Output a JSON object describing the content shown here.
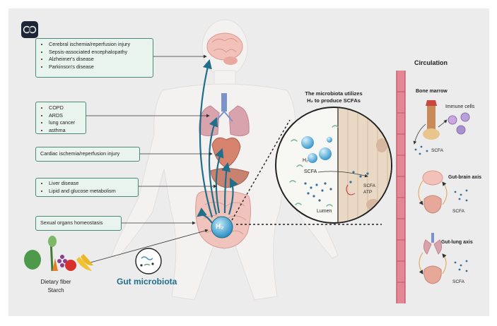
{
  "disease_boxes": {
    "brain": [
      "Cerebral ischemia/reperfusion injury",
      "Sepsis-associated encephalopathy",
      "Alzheimer's disease",
      "Parkinson's disease"
    ],
    "lung": [
      "COPD",
      "ARDS",
      "lung cancer",
      "asthma"
    ],
    "heart": "Cardiac ischemia/reperfusion injury",
    "liver": [
      "Liver disease",
      "Lipid and glucose metabolism"
    ],
    "sexual": "Sexual organs homeostasis"
  },
  "diet": {
    "line1": "Dietary fiber",
    "line2": "Starch"
  },
  "gut_microbiota_label": "Gut microbiota",
  "h2_label": "H₂",
  "microbiota_panel": {
    "title_line1": "The microbiota utilizes",
    "title_line2": "H₂ to produce SCFAs",
    "h2": "H₂",
    "scfa": "SCFA",
    "scfa_cell": "SCFA",
    "atp": "ATP",
    "lumen": "Lumen"
  },
  "circulation": {
    "title": "Circulation",
    "bone_marrow": "Bone marrow",
    "immune_cells": "Immune cells",
    "scfa_bone": "SCFA",
    "gut_brain": "Gut-brain axis",
    "scfa_brain": "SCFA",
    "gut_lung": "Gut-lung axis",
    "scfa_lung": "SCFA"
  },
  "colors": {
    "arrow": "#1f6f8b",
    "box_border": "#4a8a7a",
    "box_fill": "#eaf4ef",
    "vessel": "#d95b6a",
    "gut_label": "#1f6f8b"
  }
}
